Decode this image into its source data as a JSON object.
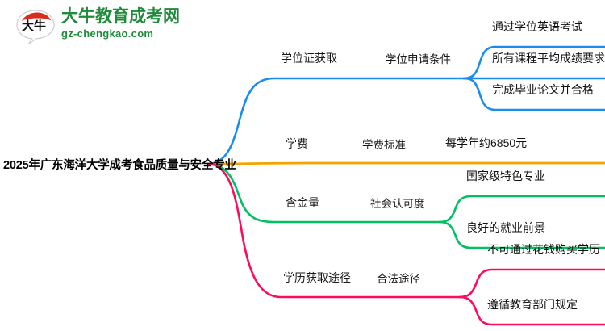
{
  "logo": {
    "mark_label": "大牛",
    "title": "大牛教育成考网",
    "subtitle": "gz-chengkao.com",
    "brand_color": "#1f8b3b",
    "mark_accent_color": "#d92b20"
  },
  "mindmap": {
    "root": {
      "label": "2025年广东海洋大学成考食品质量与安全专业"
    },
    "branches": [
      {
        "color": "#1a8cf0",
        "level1": "学位证获取",
        "level2": "学位申请条件",
        "leaves": [
          "通过学位英语考试",
          "所有课程平均成绩要求",
          "完成毕业论文并合格"
        ]
      },
      {
        "color": "#f5a300",
        "level1": "学费",
        "level2": "学费标准",
        "leaves": [
          "每学年约6850元"
        ]
      },
      {
        "color": "#00c060",
        "level1": "含金量",
        "level2": "社会认可度",
        "leaves": [
          "国家级特色专业",
          "良好的就业前景"
        ]
      },
      {
        "color": "#ff0a60",
        "level1": "学历获取途径",
        "level2": "合法途径",
        "leaves": [
          "不可通过花钱购买学历",
          "遵循教育部门规定"
        ]
      }
    ]
  }
}
